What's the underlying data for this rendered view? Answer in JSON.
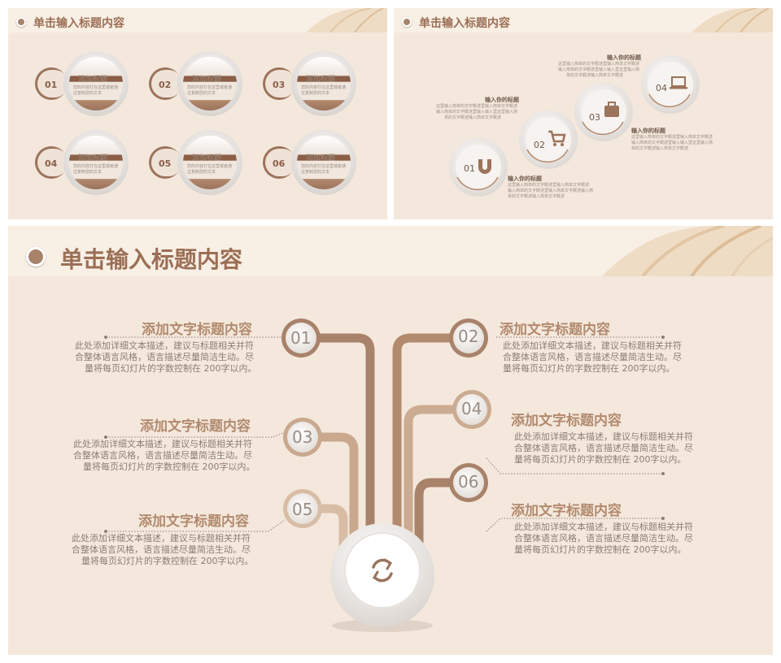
{
  "slide1": {
    "title": "单击输入标题内容",
    "items": [
      {
        "num": "01",
        "title": "添加标题",
        "desc1": "您的内容打在这里或者通",
        "desc2": "过复制您的文本"
      },
      {
        "num": "02",
        "title": "添加标题",
        "desc1": "您的内容打在这里或者通",
        "desc2": "过复制您的文本"
      },
      {
        "num": "03",
        "title": "添加标题",
        "desc1": "您的内容打在这里或者通",
        "desc2": "过复制您的文本"
      },
      {
        "num": "04",
        "title": "添加标题",
        "desc1": "您的内容打在这里或者通",
        "desc2": "过复制您的文本"
      },
      {
        "num": "05",
        "title": "添加标题",
        "desc1": "您的内容打在这里或者通",
        "desc2": "过复制您的文本"
      },
      {
        "num": "06",
        "title": "添加标题",
        "desc1": "您的内容打在这里或者通",
        "desc2": "过复制您的文本"
      }
    ]
  },
  "slide2": {
    "title": "单击输入标题内容",
    "steps": [
      {
        "num": "01",
        "icon": "magnet-icon"
      },
      {
        "num": "02",
        "icon": "cart-icon"
      },
      {
        "num": "03",
        "icon": "briefcase-icon"
      },
      {
        "num": "04",
        "icon": "laptop-icon"
      }
    ],
    "labels": [
      {
        "title": "输入你的标题",
        "lines": [
          "这里输入简单的文字概述里输入简单文字概述",
          "输入简单的文字概述里输入简单文字概述输入简",
          "单的文字概述输入简单文字概述"
        ]
      },
      {
        "title": "输入你的标题",
        "lines": [
          "这里输入简单的文字概述里输入简单文字概述",
          "输入简单的文字概述里输入输入里这里输入简",
          "单的文字概述输入简单文字概述"
        ]
      },
      {
        "title": "输入你的标题",
        "lines": [
          "这里输入简单的文字概述里输入简单文字概述",
          "输入简单的文字概述里输入输入里这里输入简",
          "单的文字概述输入简单文字概述"
        ]
      },
      {
        "title": "输入你的标题",
        "lines": [
          "这里输入简单的文字概述里输入简单文字概述",
          "输入简单的文字概述里输入输入里这里输入简",
          "单的文字概述输入简单文字概述"
        ]
      }
    ]
  },
  "slide3": {
    "title": "单击输入标题内容",
    "items": [
      {
        "num": "01",
        "title": "添加文字标题内容",
        "lines": [
          "此处添加详细文本描述，建议与标题相关并符",
          "合整体语言风格，语言描述尽量简洁生动。尽",
          "量将每页幻灯片的字数控制在 200字以内。"
        ]
      },
      {
        "num": "02",
        "title": "添加文字标题内容",
        "lines": [
          "此处添加详细文本描述，建议与标题相关并符",
          "合整体语言风格，语言描述尽量简洁生动。尽",
          "量将每页幻灯片的字数控制在 200字以内。"
        ]
      },
      {
        "num": "03",
        "title": "添加文字标题内容",
        "lines": [
          "此处添加详细文本描述，建议与标题相关并符",
          "合整体语言风格，语言描述尽量简洁生动。尽",
          "量将每页幻灯片的字数控制在 200字以内。"
        ]
      },
      {
        "num": "04",
        "title": "添加文字标题内容",
        "lines": [
          "此处添加详细文本描述，建议与标题相关并符",
          "合整体语言风格，语言描述尽量简洁生动。尽",
          "量将每页幻灯片的字数控制在 200字以内。"
        ]
      },
      {
        "num": "05",
        "title": "添加文字标题内容",
        "lines": [
          "此处添加详细文本描述，建议与标题相关并符",
          "合整体语言风格，语言描述尽量简洁生动。尽",
          "量将每页幻灯片的字数控制在 200字以内。"
        ]
      },
      {
        "num": "06",
        "title": "添加文字标题内容",
        "lines": [
          "此处添加详细文本描述，建议与标题相关并符",
          "合整体语言风格，语言描述尽量简洁生动。尽",
          "量将每页幻灯片的字数控制在 200字以内。"
        ]
      }
    ],
    "center_icon": "refresh-icon"
  },
  "colors": {
    "accent": "#a9826a",
    "title": "#9b6f55",
    "bg": "#f4e8dc",
    "text": "#8a7d74"
  }
}
